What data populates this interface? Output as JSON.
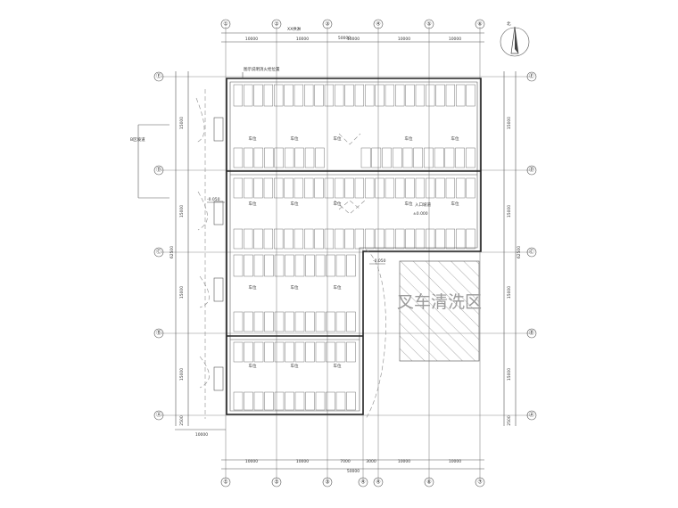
{
  "drawing": {
    "top_note": "XX供淋",
    "left_note": "B区坡道",
    "legend_note": "图示说明消火栓位置",
    "area_label": "叉车清洗区",
    "elev_1": "-0.050",
    "elev_2": "-0.050",
    "elev_3": "±0.000",
    "ramp_note": "入口坡道",
    "north_label": "北",
    "stall_text": "车位",
    "bottom_left_dim": "10000"
  },
  "grid": {
    "columns": [
      "①",
      "②",
      "③",
      "④",
      "⑤",
      "⑥",
      "⑦"
    ],
    "rows": [
      "Ⓐ",
      "Ⓑ",
      "Ⓒ",
      "Ⓓ",
      "Ⓔ"
    ],
    "top_dims": [
      "10000",
      "10000",
      "10000",
      "10000",
      "10000"
    ],
    "top_total": "50000",
    "bottom_dims": [
      "10000",
      "10000",
      "7000",
      "3000",
      "10000",
      "10000"
    ],
    "bottom_total": "50000",
    "left_dims": [
      "15000",
      "15000",
      "15000",
      "15000",
      "2500"
    ],
    "left_total": "62500",
    "right_dims": [
      "15000",
      "15000",
      "15000",
      "15000",
      "2500"
    ],
    "right_total": "62500"
  },
  "colors": {
    "line": "#555555",
    "wall": "#222222",
    "text": "#333333",
    "area_text": "#9a9a9a"
  }
}
